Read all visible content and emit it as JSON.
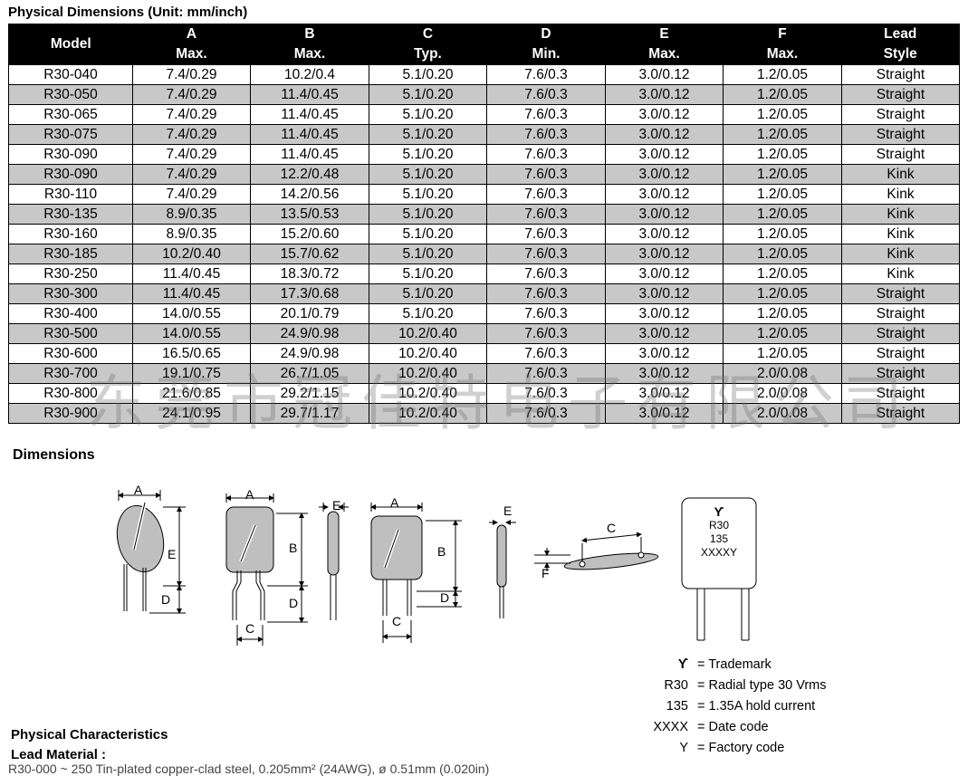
{
  "table_title": "Physical Dimensions (Unit: mm/inch)",
  "table": {
    "header_top": [
      "Model",
      "A",
      "B",
      "C",
      "D",
      "E",
      "F",
      "Lead"
    ],
    "header_bottom": [
      "",
      "Max.",
      "Max.",
      "Typ.",
      "Min.",
      "Max.",
      "Max.",
      "Style"
    ],
    "rows": [
      [
        "R30-040",
        "7.4/0.29",
        "10.2/0.4",
        "5.1/0.20",
        "7.6/0.3",
        "3.0/0.12",
        "1.2/0.05",
        "Straight"
      ],
      [
        "R30-050",
        "7.4/0.29",
        "11.4/0.45",
        "5.1/0.20",
        "7.6/0.3",
        "3.0/0.12",
        "1.2/0.05",
        "Straight"
      ],
      [
        "R30-065",
        "7.4/0.29",
        "11.4/0.45",
        "5.1/0.20",
        "7.6/0.3",
        "3.0/0.12",
        "1.2/0.05",
        "Straight"
      ],
      [
        "R30-075",
        "7.4/0.29",
        "11.4/0.45",
        "5.1/0.20",
        "7.6/0.3",
        "3.0/0.12",
        "1.2/0.05",
        "Straight"
      ],
      [
        "R30-090",
        "7.4/0.29",
        "11.4/0.45",
        "5.1/0.20",
        "7.6/0.3",
        "3.0/0.12",
        "1.2/0.05",
        "Straight"
      ],
      [
        "R30-090",
        "7.4/0.29",
        "12.2/0.48",
        "5.1/0.20",
        "7.6/0.3",
        "3.0/0.12",
        "1.2/0.05",
        "Kink"
      ],
      [
        "R30-110",
        "7.4/0.29",
        "14.2/0.56",
        "5.1/0.20",
        "7.6/0.3",
        "3.0/0.12",
        "1.2/0.05",
        "Kink"
      ],
      [
        "R30-135",
        "8.9/0.35",
        "13.5/0.53",
        "5.1/0.20",
        "7.6/0.3",
        "3.0/0.12",
        "1.2/0.05",
        "Kink"
      ],
      [
        "R30-160",
        "8.9/0.35",
        "15.2/0.60",
        "5.1/0.20",
        "7.6/0.3",
        "3.0/0.12",
        "1.2/0.05",
        "Kink"
      ],
      [
        "R30-185",
        "10.2/0.40",
        "15.7/0.62",
        "5.1/0.20",
        "7.6/0.3",
        "3.0/0.12",
        "1.2/0.05",
        "Kink"
      ],
      [
        "R30-250",
        "11.4/0.45",
        "18.3/0.72",
        "5.1/0.20",
        "7.6/0.3",
        "3.0/0.12",
        "1.2/0.05",
        "Kink"
      ],
      [
        "R30-300",
        "11.4/0.45",
        "17.3/0.68",
        "5.1/0.20",
        "7.6/0.3",
        "3.0/0.12",
        "1.2/0.05",
        "Straight"
      ],
      [
        "R30-400",
        "14.0/0.55",
        "20.1/0.79",
        "5.1/0.20",
        "7.6/0.3",
        "3.0/0.12",
        "1.2/0.05",
        "Straight"
      ],
      [
        "R30-500",
        "14.0/0.55",
        "24.9/0.98",
        "10.2/0.40",
        "7.6/0.3",
        "3.0/0.12",
        "1.2/0.05",
        "Straight"
      ],
      [
        "R30-600",
        "16.5/0.65",
        "24.9/0.98",
        "10.2/0.40",
        "7.6/0.3",
        "3.0/0.12",
        "1.2/0.05",
        "Straight"
      ],
      [
        "R30-700",
        "19.1/0.75",
        "26.7/1.05",
        "10.2/0.40",
        "7.6/0.3",
        "3.0/0.12",
        "2.0/0.08",
        "Straight"
      ],
      [
        "R30-800",
        "21.6/0.85",
        "29.2/1.15",
        "10.2/0.40",
        "7.6/0.3",
        "3.0/0.12",
        "2.0/0.08",
        "Straight"
      ],
      [
        "R30-900",
        "24.1/0.95",
        "29.7/1.17",
        "10.2/0.40",
        "7.6/0.3",
        "3.0/0.12",
        "2.0/0.08",
        "Straight"
      ]
    ]
  },
  "watermark": "东莞市冠佳特电子有限公司",
  "dimensions_title": "Dimensions",
  "drawing_labels": {
    "a": "A",
    "b": "B",
    "c": "C",
    "d": "D",
    "e": "E",
    "f": "F",
    "b_cut": "E"
  },
  "marking": {
    "logo_glyph": "ϒ",
    "line1": "R30",
    "line2": "135",
    "line3": "XXXXY"
  },
  "legend": [
    {
      "key": "ϒ",
      "value": "= Trademark"
    },
    {
      "key": "R30",
      "value": "= Radial type 30 Vrms"
    },
    {
      "key": "135",
      "value": "= 1.35A hold current"
    },
    {
      "key": "XXXX",
      "value": "= Date code"
    },
    {
      "key": "Y",
      "value": "= Factory code"
    }
  ],
  "characteristics_title": "Physical Characteristics",
  "lead_material_title": "Lead Material :",
  "lead_material_partial": "R30-000 ~ 250  Tin-plated copper-clad steel, 0.205mm² (24AWG), ø 0.51mm (0.020in)"
}
